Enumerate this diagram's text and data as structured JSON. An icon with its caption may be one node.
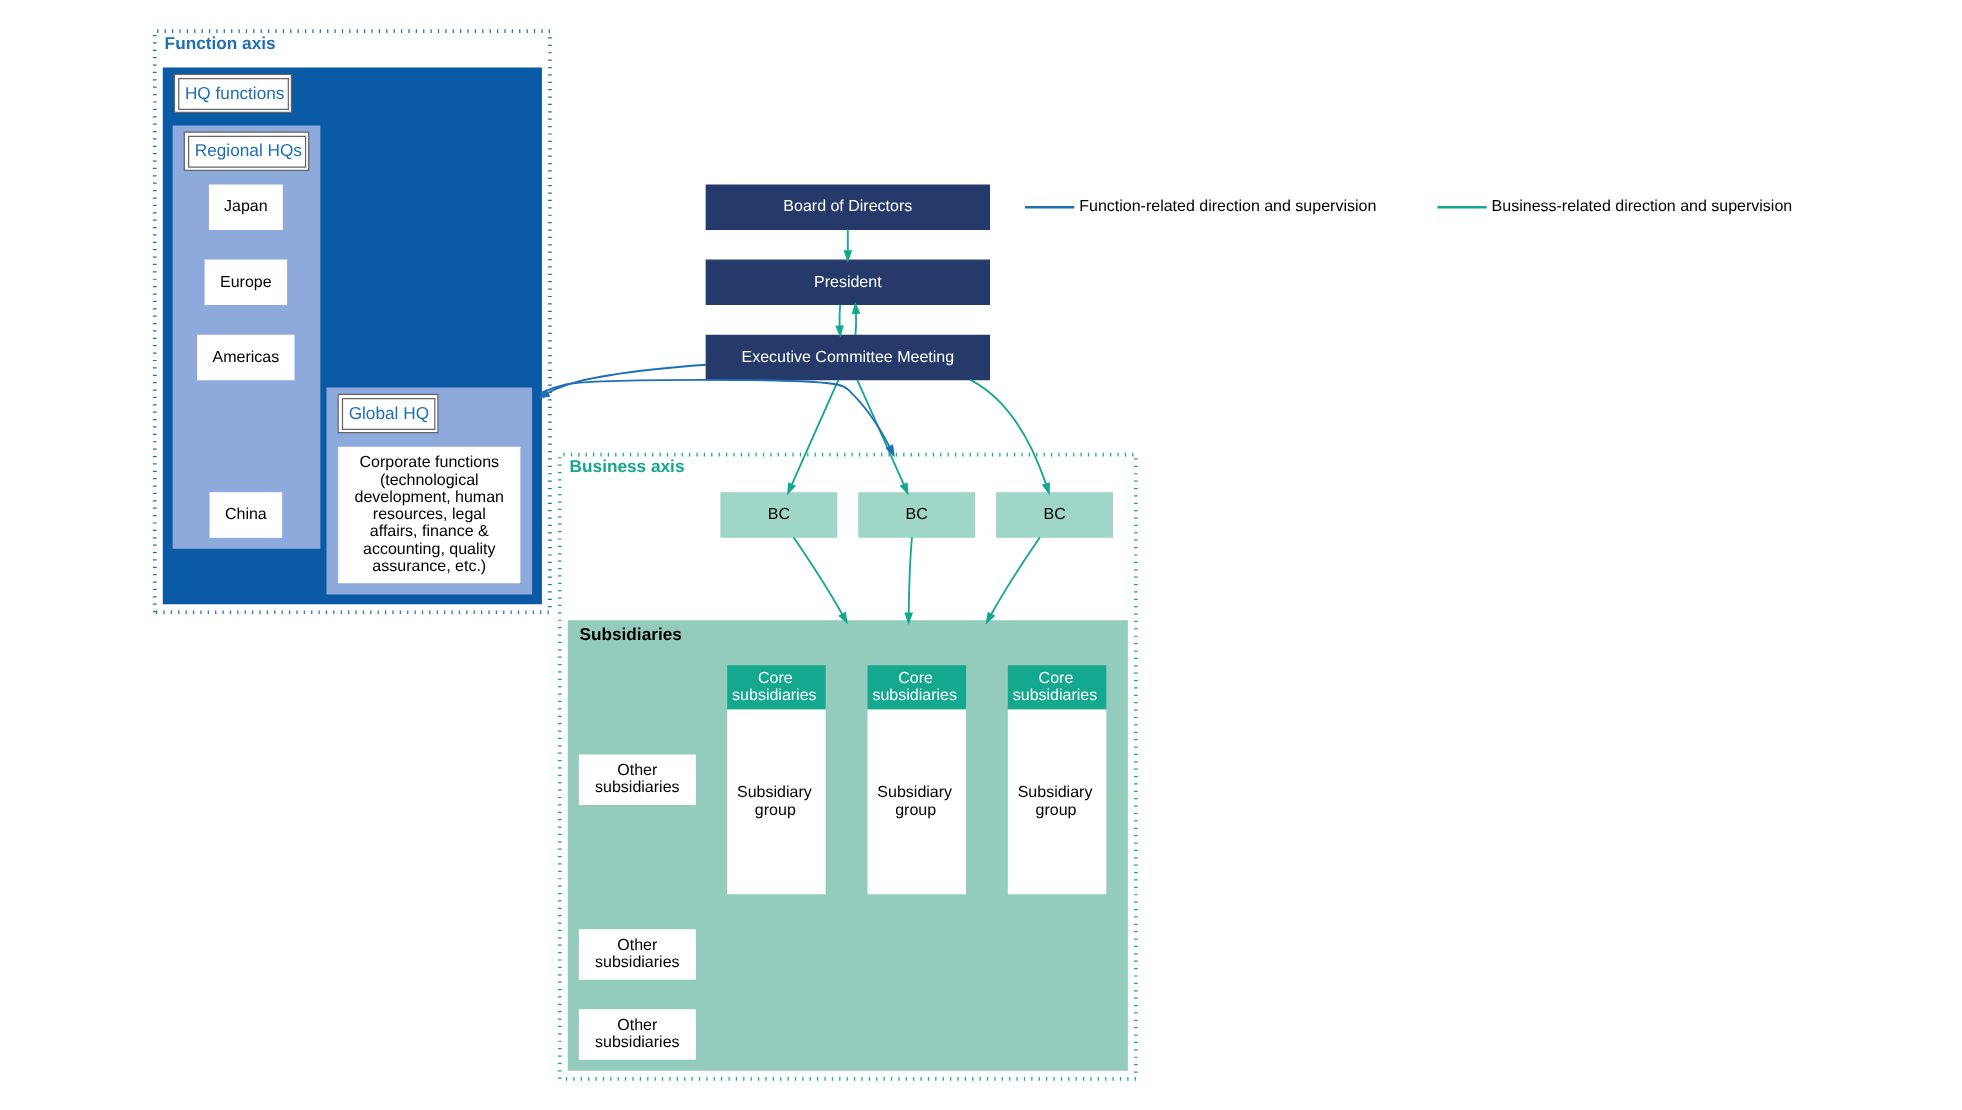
{
  "diagram": {
    "nodes": [
      {
        "text": [
          "Board of Directors"
        ]
      },
      {
        "text": [
          "President"
        ]
      },
      {
        "text": [
          "Executive Committee Meeting"
        ]
      },
      {
        "text": [
          "Function axis"
        ]
      },
      {
        "text": [
          "HQ functions"
        ],
        "in": 3
      },
      {
        "text": [
          "Global HQ"
        ],
        "in": 4
      },
      {
        "text": [
          "Corporate functions (technological development, human resources, legal affairs, finance & accounting, quality assurance, etc.)"
        ],
        "in": 5
      },
      {
        "text": [
          "Regional HQs"
        ],
        "in": 4
      },
      {
        "text": [
          "Japan"
        ],
        "in": 7
      },
      {
        "text": [
          "Europe"
        ],
        "in": 7
      },
      {
        "text": [
          "Americas"
        ],
        "in": 7
      },
      {
        "text": [
          "China"
        ],
        "in": 7
      },
      {
        "text": [
          "Business axis"
        ]
      },
      {
        "text": [
          "BC"
        ],
        "in": 12
      },
      {
        "text": [
          "BC"
        ],
        "in": 12
      },
      {
        "text": [
          "BC"
        ],
        "in": 12
      },
      {
        "text": [
          "Subsidiaries"
        ],
        "in": 12
      },
      {
        "text": [
          "Core subsidiaries",
          "Subsidiary group"
        ],
        "in": 16
      },
      {
        "text": [
          "Core subsidiaries",
          "Subsidiary group"
        ],
        "in": 16
      },
      {
        "text": [
          "Core subsidiaries",
          "Subsidiary group"
        ],
        "in": 16
      },
      {
        "text": [
          "Other subsidiaries"
        ],
        "in": 16
      },
      {
        "text": [
          "Other subsidiaries"
        ],
        "in": 16
      },
      {
        "text": [
          "Other subsidiaries"
        ],
        "in": 16
      }
    ],
    "edges": [
      {
        "from": 0,
        "to": 1,
        "arrow": "to"
      },
      {
        "from": 1,
        "to": 2,
        "arrow": "to"
      },
      {
        "from": 2,
        "to": 1,
        "arrow": "to"
      },
      {
        "from": 2,
        "to": 4,
        "arrow": "to",
        "color": "#1f6fb5"
      },
      {
        "from": 2,
        "to": 13,
        "arrow": "to"
      },
      {
        "from": 2,
        "to": 14,
        "arrow": "to"
      },
      {
        "from": 2,
        "to": 15,
        "arrow": "to"
      },
      {
        "from": 13,
        "to": 16,
        "arrow": "to"
      },
      {
        "from": 14,
        "to": 16,
        "arrow": "to"
      },
      {
        "from": 15,
        "to": 16,
        "arrow": "to"
      },
      {
        "from": 4,
        "to": 12,
        "arrow": "to",
        "color": "#1f6fb5"
      }
    ],
    "legend": [
      {
        "text": "Function-related direction and supervision"
      },
      {
        "text": "Business-related direction and supervision"
      }
    ]
  }
}
